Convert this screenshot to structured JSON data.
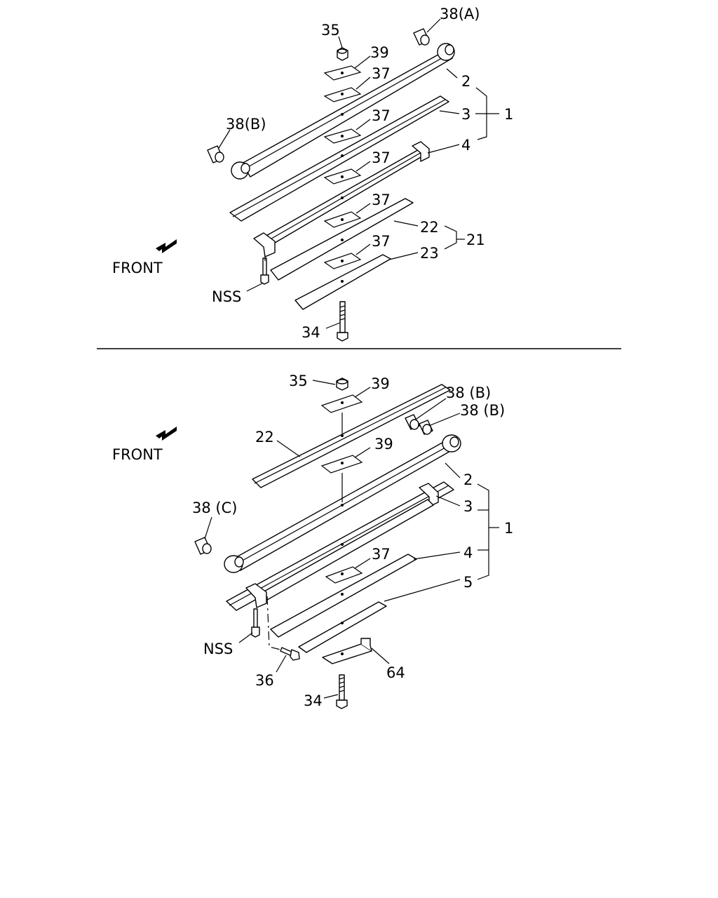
{
  "top_assembly": {
    "front_label": "FRONT",
    "callouts": {
      "c38a": "38(A)",
      "c35": "35",
      "c39": "39",
      "c37_1": "37",
      "c2": "2",
      "c3": "3",
      "c1": "1",
      "c38b": "38(B)",
      "c37_2": "37",
      "c37_3": "37",
      "c4": "4",
      "c37_4": "37",
      "c22": "22",
      "c21": "21",
      "c37_5": "37",
      "c23": "23",
      "cNSS": "NSS",
      "c34": "34"
    }
  },
  "bottom_assembly": {
    "front_label": "FRONT",
    "callouts": {
      "c35": "35",
      "c39_1": "39",
      "c38b_1": "38 (B)",
      "c38b_2": "38 (B)",
      "c22": "22",
      "c39_2": "39",
      "c2": "2",
      "c38c": "38 (C)",
      "c3": "3",
      "c1": "1",
      "c37": "37",
      "c4": "4",
      "c5": "5",
      "cNSS": "NSS",
      "c36": "36",
      "c64": "64",
      "c34": "34"
    }
  }
}
